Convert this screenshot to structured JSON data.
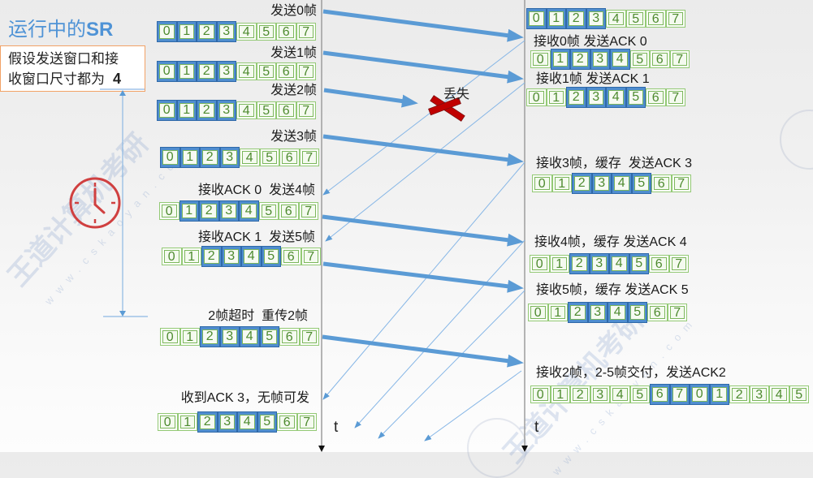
{
  "title": {
    "main": "运行中的",
    "suffix": "SR"
  },
  "assumption_box": {
    "line1": "假设发送窗口和接",
    "line2": "收窗口尺寸都为",
    "window_size": "4"
  },
  "sender": {
    "rows": [
      {
        "label": "发送0帧",
        "seq": [
          0,
          1,
          2,
          3,
          4,
          5,
          6,
          7
        ],
        "window": [
          0,
          3
        ]
      },
      {
        "label": "发送1帧",
        "seq": [
          0,
          1,
          2,
          3,
          4,
          5,
          6,
          7
        ],
        "window": [
          0,
          3
        ]
      },
      {
        "label": "发送2帧",
        "seq": [
          0,
          1,
          2,
          3,
          4,
          5,
          6,
          7
        ],
        "window": [
          0,
          3
        ]
      },
      {
        "label": "发送3帧",
        "seq": [
          0,
          1,
          2,
          3,
          4,
          5,
          6,
          7
        ],
        "window": [
          0,
          3
        ]
      },
      {
        "label": "接收ACK 0  发送4帧",
        "seq": [
          0,
          1,
          2,
          3,
          4,
          5,
          6,
          7
        ],
        "window": [
          1,
          4
        ]
      },
      {
        "label": "接收ACK 1  发送5帧",
        "seq": [
          0,
          1,
          2,
          3,
          4,
          5,
          6,
          7
        ],
        "window": [
          2,
          5
        ]
      },
      {
        "label": "2帧超时  重传2帧",
        "seq": [
          0,
          1,
          2,
          3,
          4,
          5,
          6,
          7
        ],
        "window": [
          2,
          5
        ]
      },
      {
        "label": "收到ACK 3，无帧可发",
        "seq": [
          0,
          1,
          2,
          3,
          4,
          5,
          6,
          7
        ],
        "window": [
          2,
          5
        ]
      }
    ]
  },
  "receiver": {
    "rows": [
      {
        "label": "",
        "seq": [
          0,
          1,
          2,
          3,
          4,
          5,
          6,
          7
        ],
        "window": [
          0,
          3
        ]
      },
      {
        "label": "接收0帧 发送ACK 0",
        "seq": [
          0,
          1,
          2,
          3,
          4,
          5,
          6,
          7
        ],
        "window": [
          1,
          4
        ]
      },
      {
        "label": "接收1帧 发送ACK 1",
        "seq": [
          0,
          1,
          2,
          3,
          4,
          5,
          6,
          7
        ],
        "window": [
          2,
          5
        ]
      },
      {
        "label": "接收3帧，缓存  发送ACK 3",
        "seq": [
          0,
          1,
          2,
          3,
          4,
          5,
          6,
          7
        ],
        "window": [
          2,
          5
        ]
      },
      {
        "label": "接收4帧，缓存 发送ACK 4",
        "seq": [
          0,
          1,
          2,
          3,
          4,
          5,
          6,
          7
        ],
        "window": [
          2,
          5
        ]
      },
      {
        "label": "接收5帧，缓存 发送ACK 5",
        "seq": [
          0,
          1,
          2,
          3,
          4,
          5,
          6,
          7
        ],
        "window": [
          2,
          5
        ]
      },
      {
        "label": "接收2帧，2-5帧交付，发送ACK2",
        "seq": [
          0,
          1,
          2,
          3,
          4,
          5,
          6,
          7,
          0,
          1,
          2,
          3,
          4,
          5
        ],
        "window": [
          6,
          9
        ]
      }
    ]
  },
  "channel": {
    "lost_label": "丢失",
    "data_frames": [
      "0",
      "1",
      "2 (lost)",
      "3",
      "4",
      "5",
      "2 (retransmit)"
    ],
    "acks": [
      "ACK 0",
      "ACK 1",
      "ACK 3",
      "ACK 4",
      "ACK 5",
      "ACK 2"
    ]
  },
  "time_axis": {
    "sender_label": "t",
    "receiver_label": "t"
  },
  "watermarks": {
    "brand": "王道计算机考研",
    "url": "www.cskaoyan.com"
  },
  "colors": {
    "title": "#4f93d6",
    "window_fill": "#4f8dcf",
    "cell_green": "#7cb75c",
    "arrow_blue": "#5b9bd5",
    "lost_red": "#c00000",
    "clock_red": "#d04040",
    "box_border": "#f2a266"
  }
}
